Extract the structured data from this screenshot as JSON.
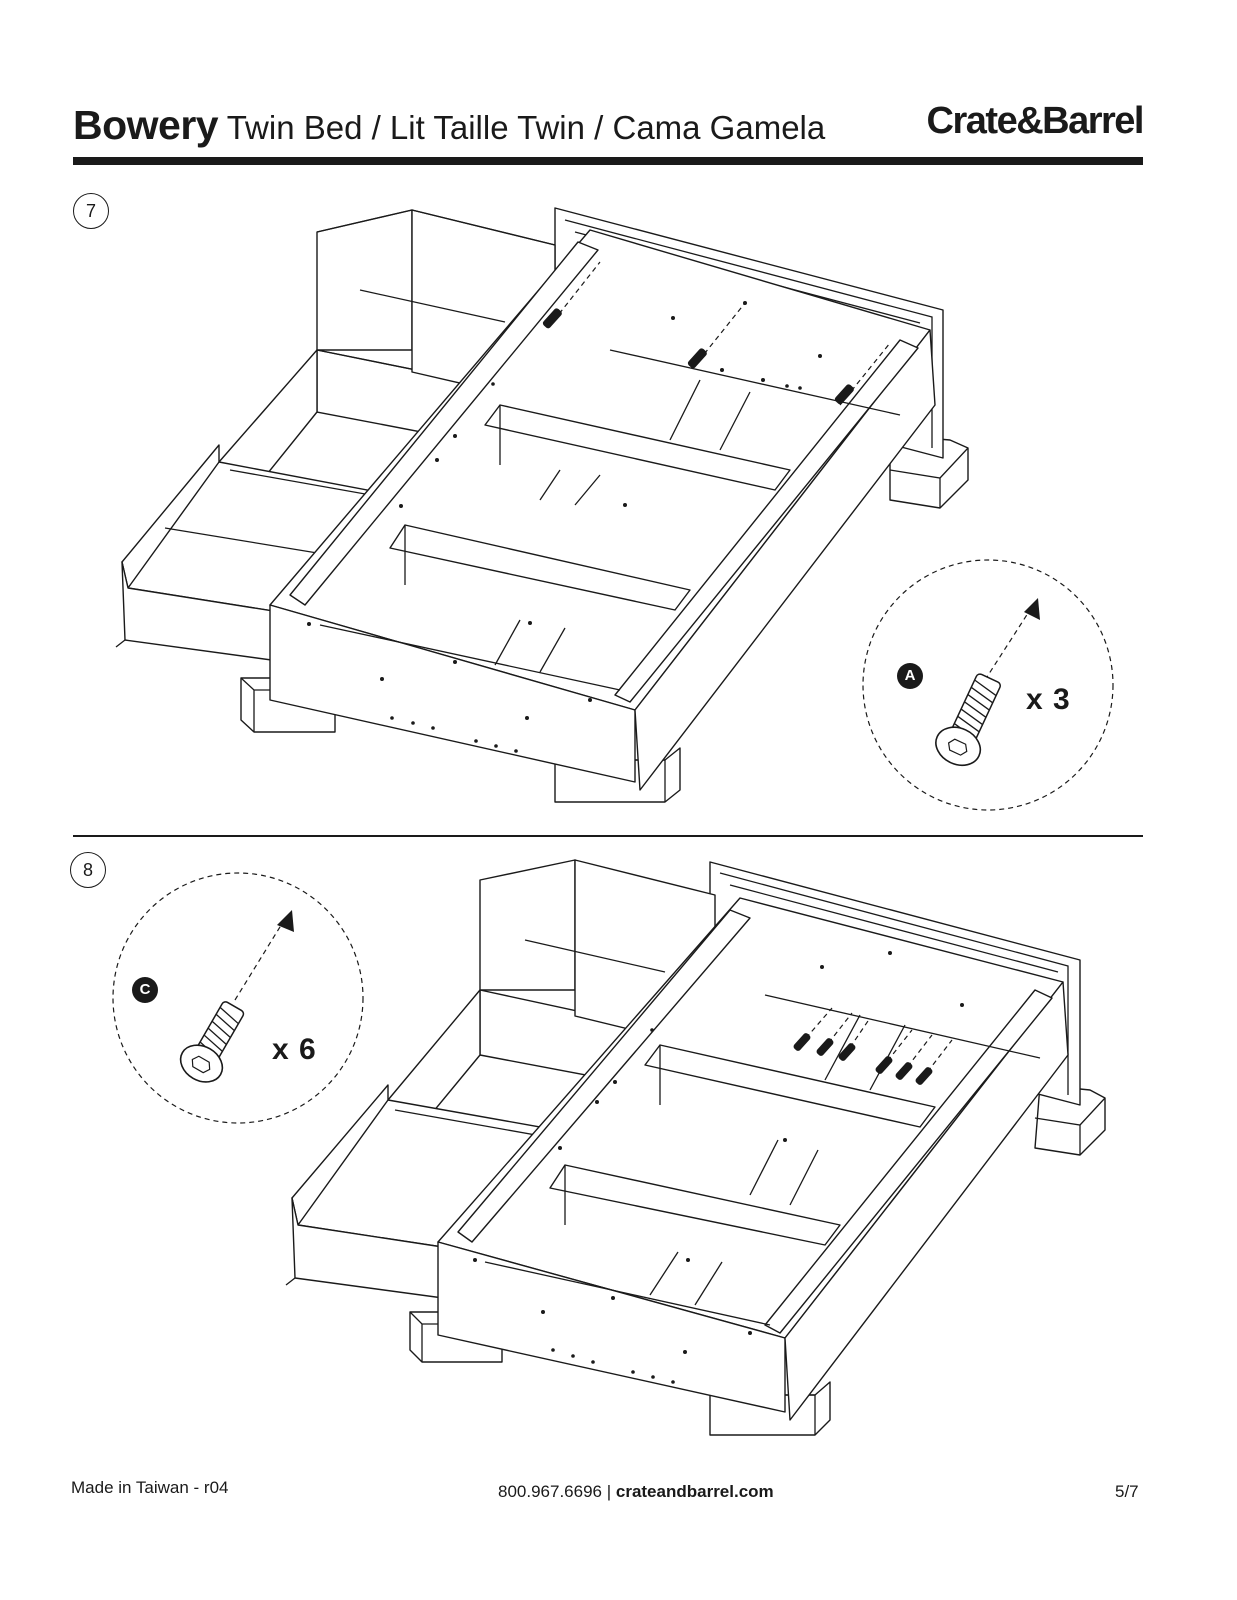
{
  "header": {
    "product": "Bowery",
    "subtitle": "Twin Bed / Lit Taille Twin / Cama Gamela",
    "brand": "Crate&Barrel"
  },
  "steps": [
    {
      "number": "7",
      "hardware_letter": "A",
      "quantity": "x 3"
    },
    {
      "number": "8",
      "hardware_letter": "C",
      "quantity": "x 6"
    }
  ],
  "footer": {
    "made_in": "Made in Taiwan - r04",
    "phone": "800.967.6696 |",
    "website": "crateandbarrel.com",
    "page": "5/7"
  },
  "icons": [
    "bolt-icon",
    "direction-arrow-icon",
    "bed-frame-illustration"
  ]
}
